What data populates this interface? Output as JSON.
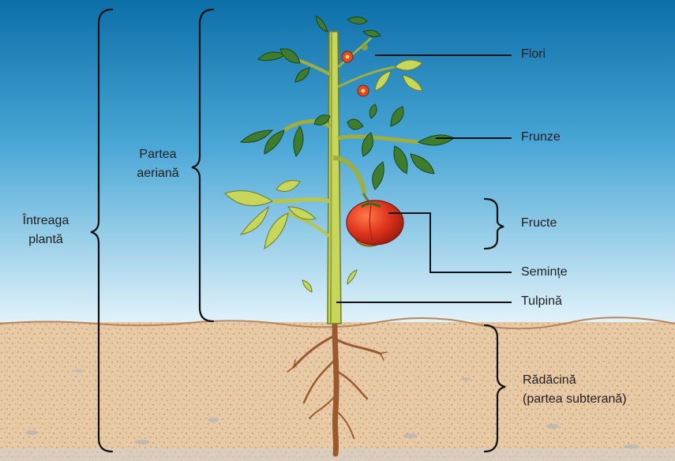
{
  "labels": {
    "flowers": "Flori",
    "leaves": "Frunze",
    "fruits": "Fructe",
    "seeds": "Semințe",
    "stem": "Tulpină",
    "root_line1": "Rădăcină",
    "root_line2": "(partea subterană)",
    "aerial_line1": "Partea",
    "aerial_line2": "aeriană",
    "whole_line1": "Întreaga",
    "whole_line2": "plantă"
  },
  "colors": {
    "sky_top": "#0c6fa8",
    "sky_bottom": "#e2f3fa",
    "soil": "#e7c9a6",
    "stem": "#b7c64a",
    "leaf": "#3f7d2e",
    "leaf_light": "#c8d65a",
    "fruit": "#d8321c",
    "root": "#9a5a2e",
    "line": "#111111"
  }
}
